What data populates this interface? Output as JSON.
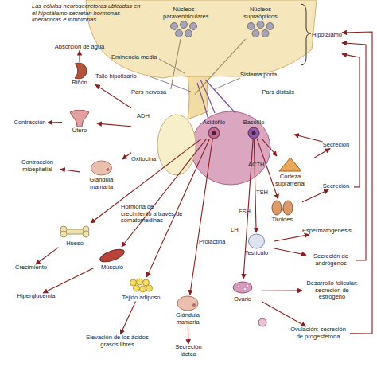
{
  "diagram": {
    "nodes": [
      {
        "text": [
          "Hipotálamo"
        ]
      },
      {
        "text": [
          "Núcleos paraventriculares"
        ],
        "in": 0
      },
      {
        "text": [
          "Núcleos supraópticos"
        ],
        "in": 0
      },
      {
        "text": [
          "Pars nervosa"
        ]
      },
      {
        "text": [
          "Pars distalis"
        ]
      },
      {
        "text": [
          "Acidófilo"
        ],
        "in": 4
      },
      {
        "text": [
          "Basófilo"
        ],
        "in": 4
      },
      {
        "text": [
          "Riñón"
        ]
      },
      {
        "text": [
          "Útero"
        ]
      },
      {
        "text": [
          "Glándula mamaria"
        ]
      },
      {
        "text": [
          "Hueso"
        ]
      },
      {
        "text": [
          "Músculo"
        ]
      },
      {
        "text": [
          "Tejido adiposo"
        ]
      },
      {
        "text": [
          "Glándula mamaria"
        ]
      },
      {
        "text": [
          "Corteza suprarrenal"
        ]
      },
      {
        "text": [
          "Tiroides"
        ]
      },
      {
        "text": [
          "Testículo"
        ]
      },
      {
        "text": [
          "Ovario"
        ]
      },
      {
        "text": [
          "Absorción de agua"
        ]
      },
      {
        "text": [
          "Contracción"
        ]
      },
      {
        "text": [
          "Contracción mioepitelial"
        ]
      },
      {
        "text": [
          "Crecimiento"
        ]
      },
      {
        "text": [
          "Hiperglucemia"
        ]
      },
      {
        "text": [
          "Elevación de los ácidos grasos libres"
        ]
      },
      {
        "text": [
          "Secreción láctea"
        ]
      },
      {
        "text": [
          "Secreción"
        ]
      },
      {
        "text": [
          "Secreción"
        ]
      },
      {
        "text": [
          "Espermatogénesis"
        ]
      },
      {
        "text": [
          "Secreción de andrógenos"
        ]
      },
      {
        "text": [
          "Desarrollo folicular: secreción de estrógeno"
        ]
      },
      {
        "text": [
          "Ovulación: secreción de progesterona"
        ]
      }
    ],
    "edges": [
      {
        "from": 1,
        "to": 3,
        "arrow": "none"
      },
      {
        "from": 2,
        "to": 3,
        "arrow": "none"
      },
      {
        "from": 3,
        "to": 7,
        "arrow": "to",
        "label": "ADH"
      },
      {
        "from": 3,
        "to": 8,
        "arrow": "to",
        "label": "Oxitocina"
      },
      {
        "from": 3,
        "to": 9,
        "arrow": "to"
      },
      {
        "from": 5,
        "to": 10,
        "arrow": "to",
        "label": "Hormona de crecimiento a través de somatomedinas"
      },
      {
        "from": 5,
        "to": 11,
        "arrow": "to"
      },
      {
        "from": 5,
        "to": 12,
        "arrow": "to"
      },
      {
        "from": 5,
        "to": 13,
        "arrow": "to",
        "label": "Prolactina"
      },
      {
        "from": 6,
        "to": 14,
        "arrow": "to",
        "label": "ACTH"
      },
      {
        "from": 6,
        "to": 15,
        "arrow": "to",
        "label": "TSH"
      },
      {
        "from": 6,
        "to": 16,
        "arrow": "to",
        "label": "FSH"
      },
      {
        "from": 6,
        "to": 17,
        "arrow": "to",
        "label": "LH"
      },
      {
        "from": 7,
        "to": 18,
        "arrow": "to"
      },
      {
        "from": 8,
        "to": 19,
        "arrow": "to"
      },
      {
        "from": 9,
        "to": 20,
        "arrow": "to"
      },
      {
        "from": 10,
        "to": 21,
        "arrow": "to"
      },
      {
        "from": 11,
        "to": 22,
        "arrow": "to"
      },
      {
        "from": 12,
        "to": 23,
        "arrow": "to"
      },
      {
        "from": 13,
        "to": 24,
        "arrow": "to"
      },
      {
        "from": 14,
        "to": 25,
        "arrow": "to"
      },
      {
        "from": 15,
        "to": 26,
        "arrow": "to"
      },
      {
        "from": 16,
        "to": 27,
        "arrow": "to"
      },
      {
        "from": 16,
        "to": 28,
        "arrow": "to"
      },
      {
        "from": 17,
        "to": 29,
        "arrow": "to"
      },
      {
        "from": 17,
        "to": 30,
        "arrow": "to"
      },
      {
        "from": 25,
        "to": 4,
        "arrow": "to"
      },
      {
        "from": 26,
        "to": 0,
        "arrow": "to"
      },
      {
        "from": 28,
        "to": 0,
        "arrow": "to"
      },
      {
        "from": 30,
        "to": 0,
        "arrow": "to"
      }
    ],
    "labels": [
      "Las células neurosecretoras ubicadas en el hipotálamo secretan hormonas liberadoras e inhibitorias",
      "Eminencia media",
      "Tallo hipofisario",
      "Sistema porta"
    ]
  }
}
